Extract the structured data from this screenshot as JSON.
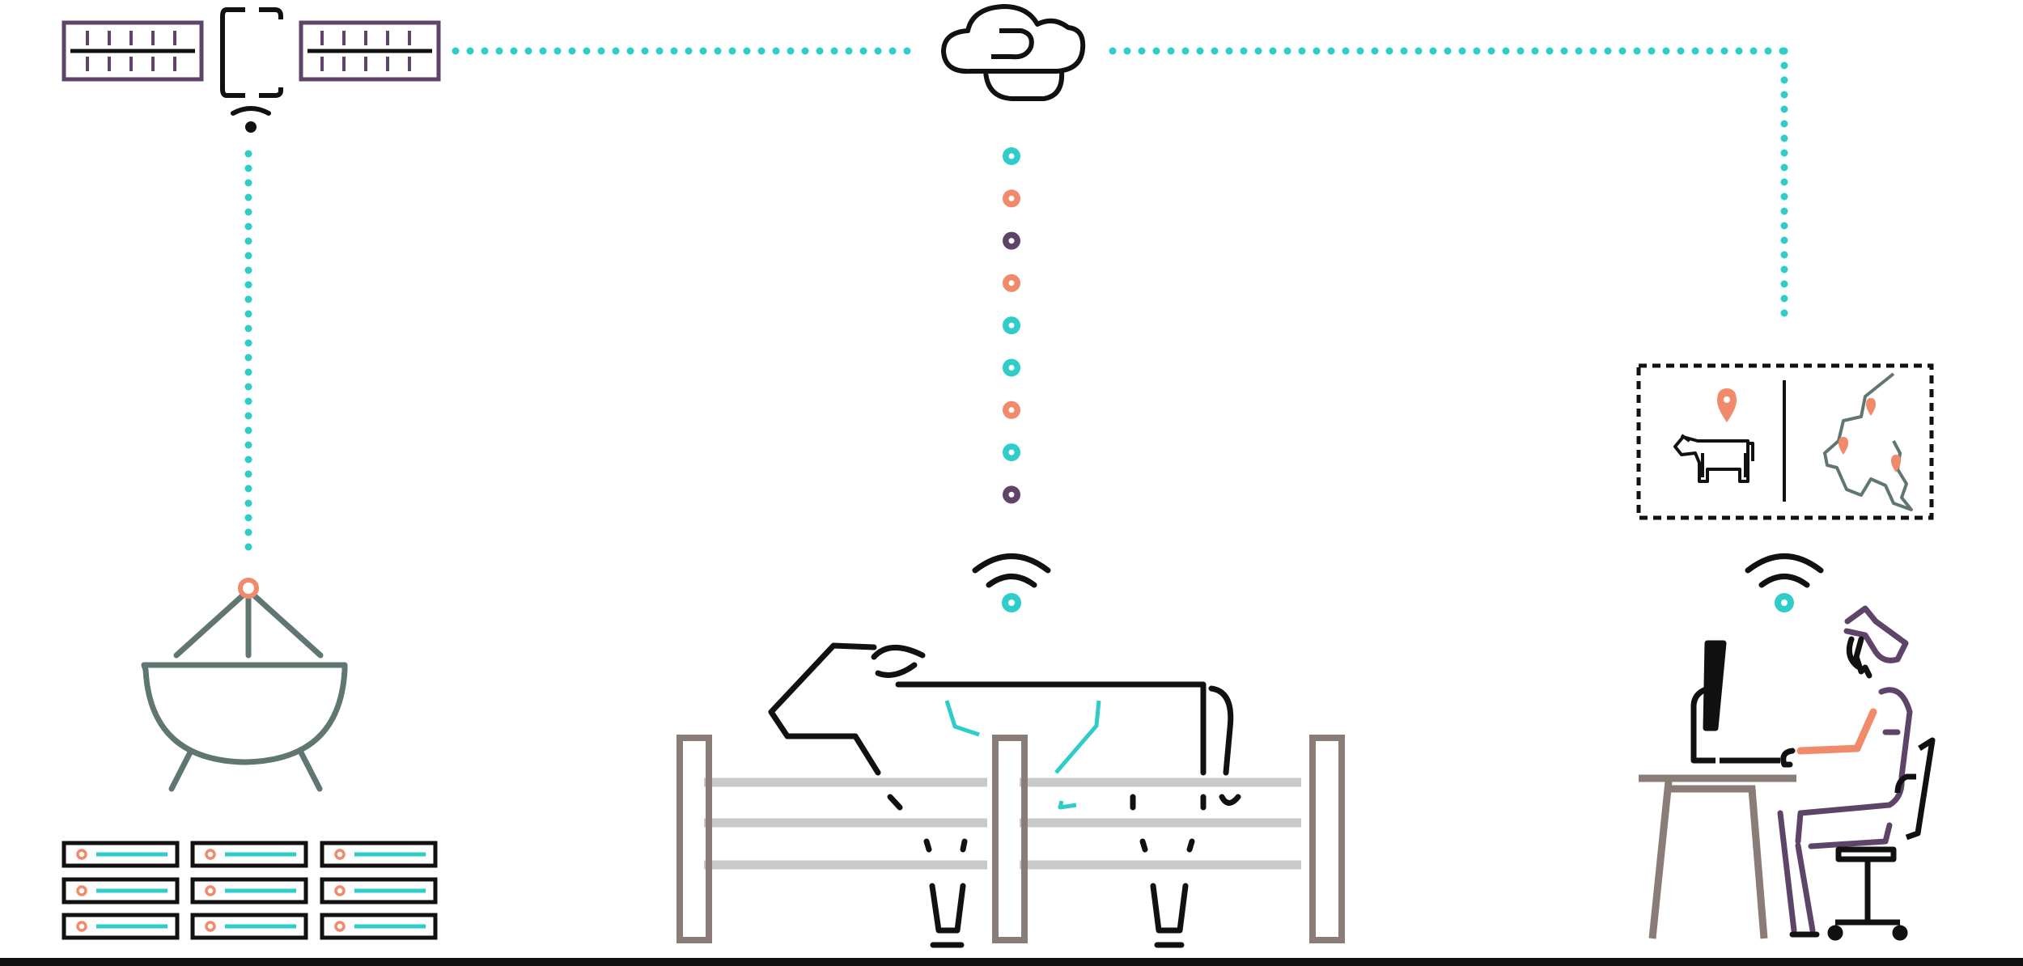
{
  "colors": {
    "background": "#ffffff",
    "dots": "#2ecdc9",
    "accent": "#f08a6b",
    "purple": "#5d4468",
    "dish": "#607672",
    "fence": "#8a7d77",
    "rail": "#c8cac9",
    "ink": "#111111"
  },
  "dot_sequence": [
    "dots",
    "accent",
    "purple",
    "accent",
    "dots",
    "dots",
    "accent",
    "dots",
    "purple"
  ],
  "icons": [
    "satellite-icon",
    "cloud-icon",
    "ground-station-dish-icon",
    "server-rack-icon",
    "wifi-signal-icon",
    "cow-icon",
    "fence-icon",
    "dashboard-panel-icon",
    "location-pin-icon",
    "region-map-icon",
    "computer-monitor-icon",
    "desk-icon",
    "farmer-icon",
    "office-chair-icon"
  ]
}
